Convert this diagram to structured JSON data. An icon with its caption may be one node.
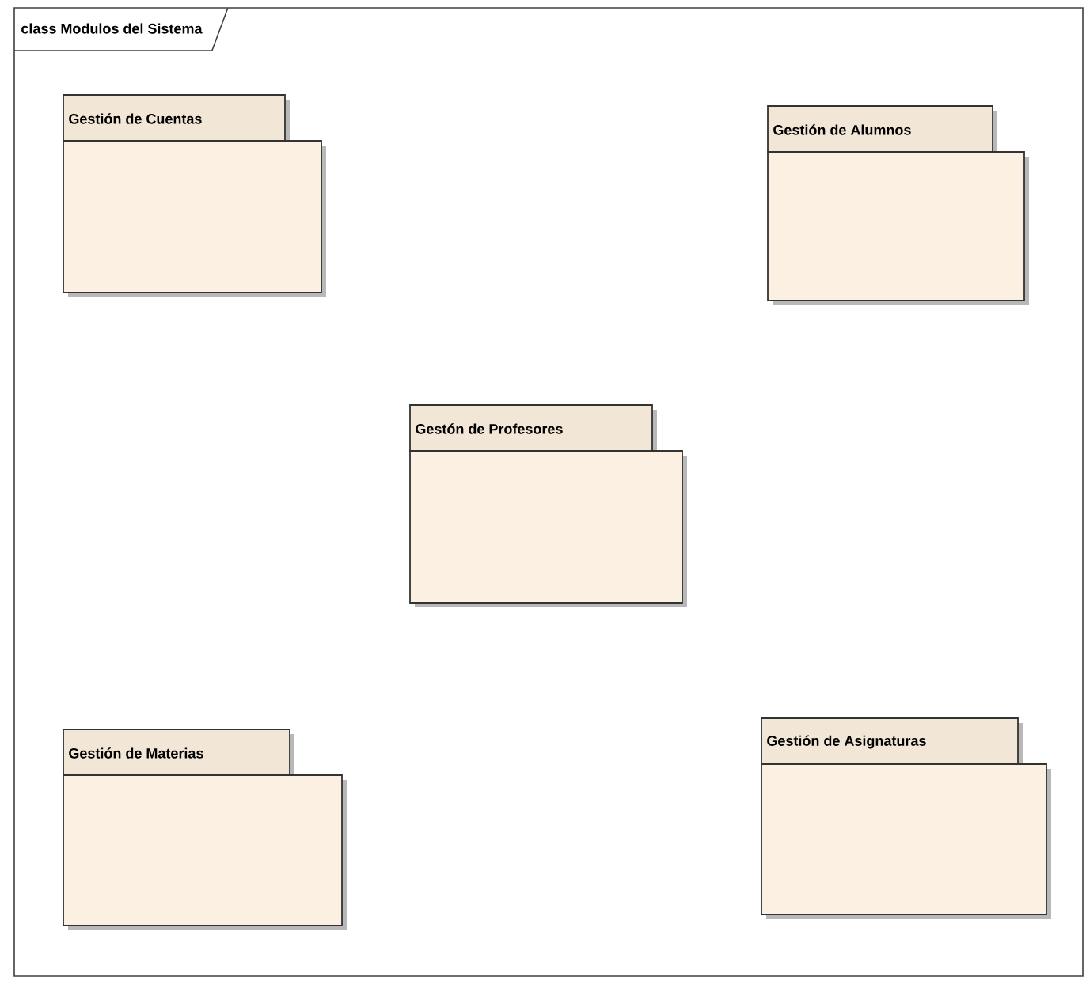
{
  "diagram": {
    "nodes": [
      {
        "text": [
          "class Modulos del Sistema"
        ]
      },
      {
        "text": [
          "Gestión de Cuentas"
        ],
        "in": 0
      },
      {
        "text": [
          "Gestión de Alumnos"
        ],
        "in": 0
      },
      {
        "text": [
          "Gestón de Profesores"
        ],
        "in": 0
      },
      {
        "text": [
          "Gestión de Materias"
        ],
        "in": 0
      },
      {
        "text": [
          "Gestión de Asignaturas"
        ],
        "in": 0
      }
    ]
  }
}
